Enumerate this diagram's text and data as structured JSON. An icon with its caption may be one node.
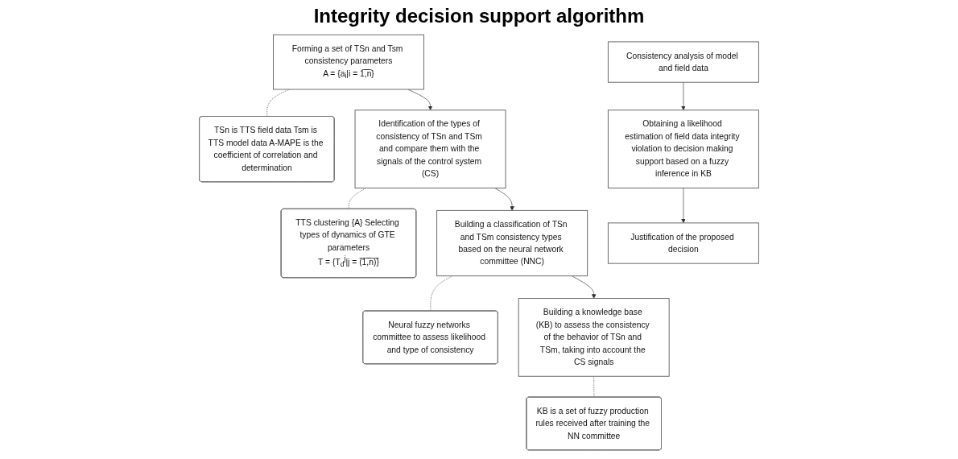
{
  "diagram": {
    "title": "Integrity decision support algorithm",
    "nodes": [
      {
        "text": [
          "Forming a set of TSn and Tsm consistency parameters",
          "A = {a$_{i}$|i = 1̅,̅n̅}"
        ]
      },
      {
        "text": [
          "TSn is TTS field data Tsm is TTS model data A-MAPE is the coefficient of correlation and determination"
        ]
      },
      {
        "text": [
          "Identification of the types of consistency of TSn and TSm and compare them with the signals of the control system (CS)"
        ]
      },
      {
        "text": [
          "TTS clustering {A} Selecting types of dynamics of GTE parameters",
          "T = {T$_{d}$$^{j}$|j = (̅1̅,̅n̅)̅}"
        ]
      },
      {
        "text": [
          "Building a classification of TSn and TSm consistency types based on the neural network committee (NNC)"
        ]
      },
      {
        "text": [
          "Neural fuzzy networks committee to assess likelihood and type of consistency"
        ]
      },
      {
        "text": [
          "Building a knowledge base (KB) to assess the consistency of the behavior of TSn and TSm, taking into account the CS signals"
        ]
      },
      {
        "text": [
          "KB is a set of fuzzy production rules received after training the NN committee"
        ]
      },
      {
        "text": [
          "Consistency analysis of model and field data"
        ]
      },
      {
        "text": [
          "Obtaining a likelihood estimation of field data integrity violation to decision making support based on a fuzzy inference in KB"
        ]
      },
      {
        "text": [
          "Justification of the proposed decision"
        ]
      }
    ],
    "edges": [
      {
        "from": 0,
        "to": 1,
        "arrow": "none",
        "style": "dashed"
      },
      {
        "from": 0,
        "to": 2,
        "arrow": "to"
      },
      {
        "from": 2,
        "to": 3,
        "arrow": "none",
        "style": "dashed"
      },
      {
        "from": 2,
        "to": 4,
        "arrow": "to"
      },
      {
        "from": 4,
        "to": 5,
        "arrow": "none",
        "style": "dashed"
      },
      {
        "from": 4,
        "to": 6,
        "arrow": "to"
      },
      {
        "from": 6,
        "to": 7,
        "arrow": "none",
        "style": "dashed"
      },
      {
        "from": 8,
        "to": 9,
        "arrow": "to"
      },
      {
        "from": 9,
        "to": 10,
        "arrow": "to"
      }
    ]
  }
}
